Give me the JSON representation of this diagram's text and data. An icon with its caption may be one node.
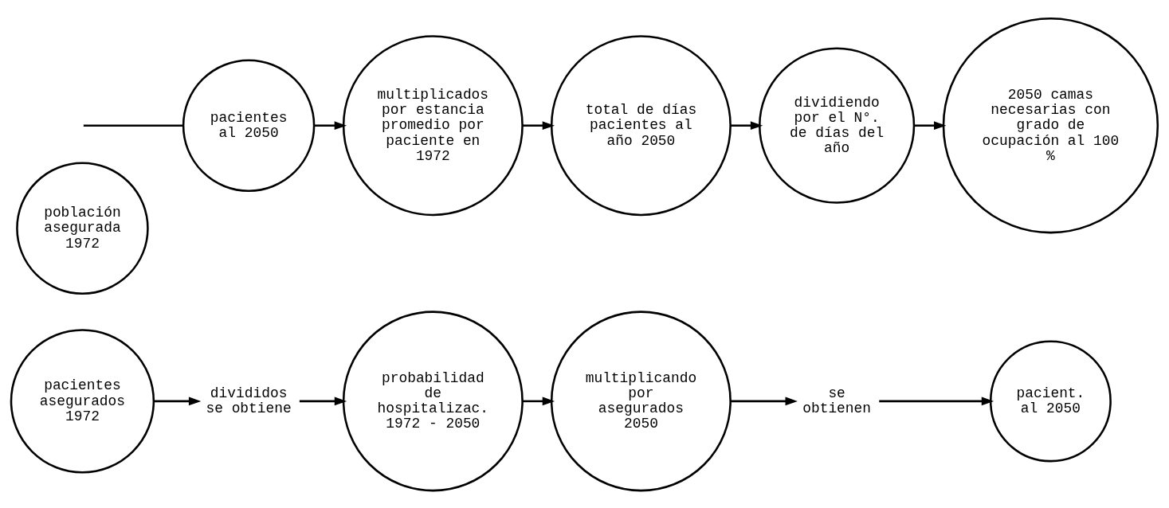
{
  "diagram": {
    "nodes": [
      {
        "text": [
          "pacientes asegurados 1972"
        ]
      },
      {
        "text": [
          "población asegurada 1972"
        ]
      },
      {
        "text": [
          "divididos se obtiene"
        ]
      },
      {
        "text": [
          "probabilidad de hospitalizac. 1972 - 2050"
        ]
      },
      {
        "text": [
          "multiplicando por asegurados 2050"
        ]
      },
      {
        "text": [
          "se obtienen"
        ]
      },
      {
        "text": [
          "pacient. al 2050"
        ]
      },
      {
        "text": [
          "pacientes al 2050"
        ]
      },
      {
        "text": [
          "multiplicados por estancia promedio por paciente en 1972"
        ]
      },
      {
        "text": [
          "total de días pacientes al año 2050"
        ]
      },
      {
        "text": [
          "dividiendo por el N°. de días del año"
        ]
      },
      {
        "text": [
          "2050 camas necesarias con grado de ocupación al 100 %"
        ]
      }
    ],
    "edges": [
      {
        "from": 0,
        "to": 2,
        "arrow": "to"
      },
      {
        "from": 2,
        "to": 3,
        "arrow": "to"
      },
      {
        "from": 3,
        "to": 4,
        "arrow": "to"
      },
      {
        "from": 4,
        "to": 5,
        "arrow": "to"
      },
      {
        "from": 5,
        "to": 6,
        "arrow": "to"
      },
      {
        "from": null,
        "to": 7,
        "arrow": "none"
      },
      {
        "from": 7,
        "to": 8,
        "arrow": "to"
      },
      {
        "from": 8,
        "to": 9,
        "arrow": "to"
      },
      {
        "from": 9,
        "to": 10,
        "arrow": "to"
      },
      {
        "from": 10,
        "to": 11,
        "arrow": "to"
      }
    ]
  }
}
